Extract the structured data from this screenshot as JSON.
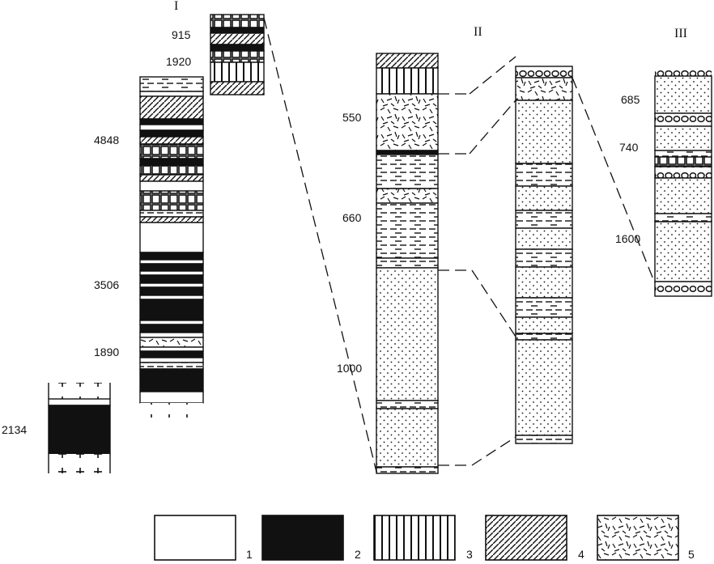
{
  "column_titles": {
    "col1": "I",
    "col2": "II",
    "col3": "III"
  },
  "depths": {
    "d915": "915",
    "d1920": "1920",
    "d4848": "4848",
    "d3506": "3506",
    "d1890": "1890",
    "d2134": "2134",
    "d550": "550",
    "d660": "660",
    "d1000": "1000",
    "d685": "685",
    "d740": "740",
    "d1600": "1600"
  },
  "legend": [
    {
      "num": "1",
      "pattern": "blank"
    },
    {
      "num": "2",
      "pattern": "black"
    },
    {
      "num": "3",
      "pattern": "vertical-lines"
    },
    {
      "num": "4",
      "pattern": "diagonal-hatch"
    },
    {
      "num": "5",
      "pattern": "random-dashes"
    }
  ],
  "colors": {
    "ink": "#111111",
    "paper": "#ffffff"
  }
}
